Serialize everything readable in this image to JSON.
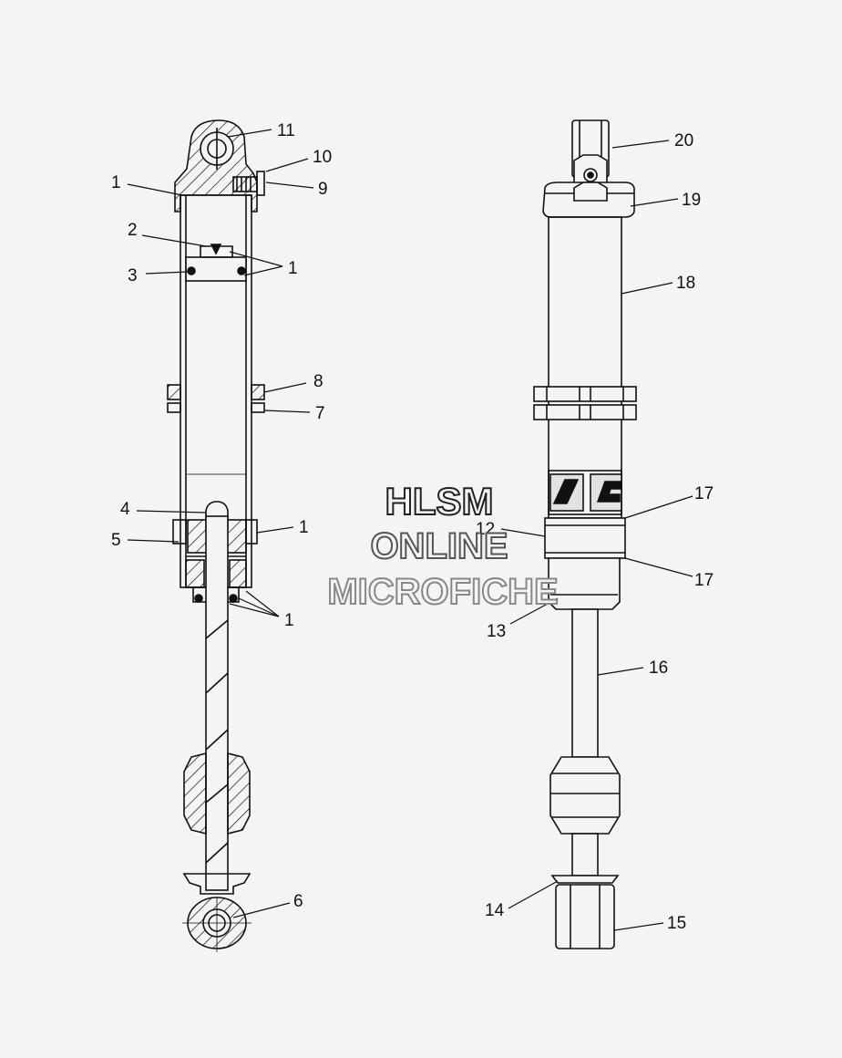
{
  "watermark": {
    "line1": "HLSM",
    "line2": "ONLINE",
    "line3": "MICROFICHE"
  },
  "callouts": {
    "c1a": "1",
    "c1b": "1",
    "c1c": "1",
    "c1d": "1",
    "c2": "2",
    "c3": "3",
    "c4": "4",
    "c5": "5",
    "c6": "6",
    "c7": "7",
    "c8": "8",
    "c9": "9",
    "c10": "10",
    "c11": "11",
    "c12": "12",
    "c13": "13",
    "c14": "14",
    "c15": "15",
    "c16": "16",
    "c17a": "17",
    "c17b": "17",
    "c18": "18",
    "c19": "19",
    "c20": "20"
  },
  "colors": {
    "background": "#f4f4f4",
    "line": "#111111",
    "watermark_stroke_dark": "#222222",
    "watermark_stroke_light": "#555555",
    "watermark_stroke_faint": "#888888"
  }
}
